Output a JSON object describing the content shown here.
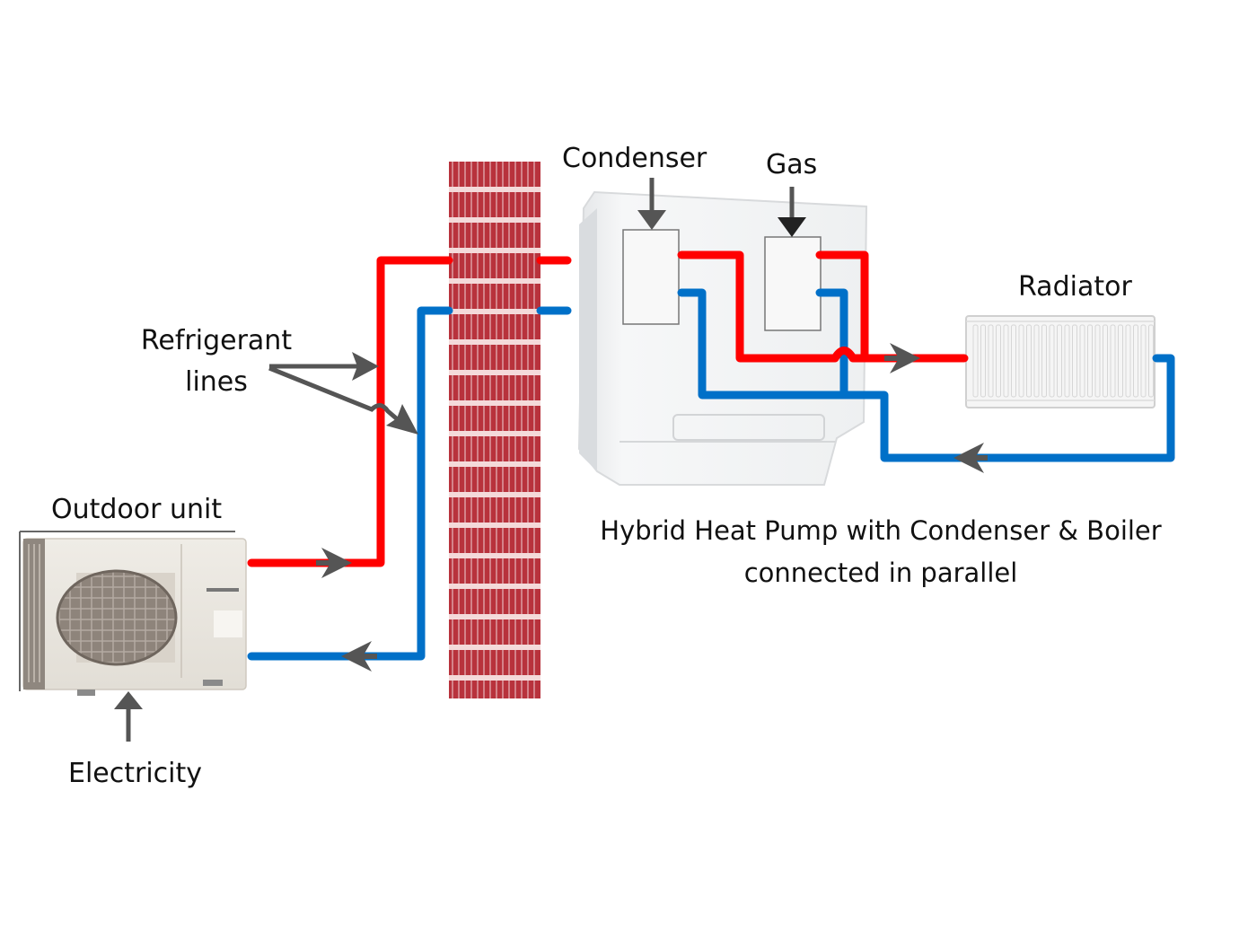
{
  "labels": {
    "condenser": "Condenser",
    "gas": "Gas",
    "radiator": "Radiator",
    "refrigerant_line1": "Refrigerant",
    "refrigerant_line2": "lines",
    "outdoor_unit": "Outdoor unit",
    "electricity": "Electricity"
  },
  "caption": {
    "line1": "Hybrid Heat Pump with Condenser & Boiler",
    "line2": "connected in parallel"
  },
  "colors": {
    "hot_pipe": "#ff0000",
    "cold_pipe": "#0070c8",
    "arrow": "#555555",
    "brick": "#b8323c",
    "mortar": "#f4dada"
  }
}
